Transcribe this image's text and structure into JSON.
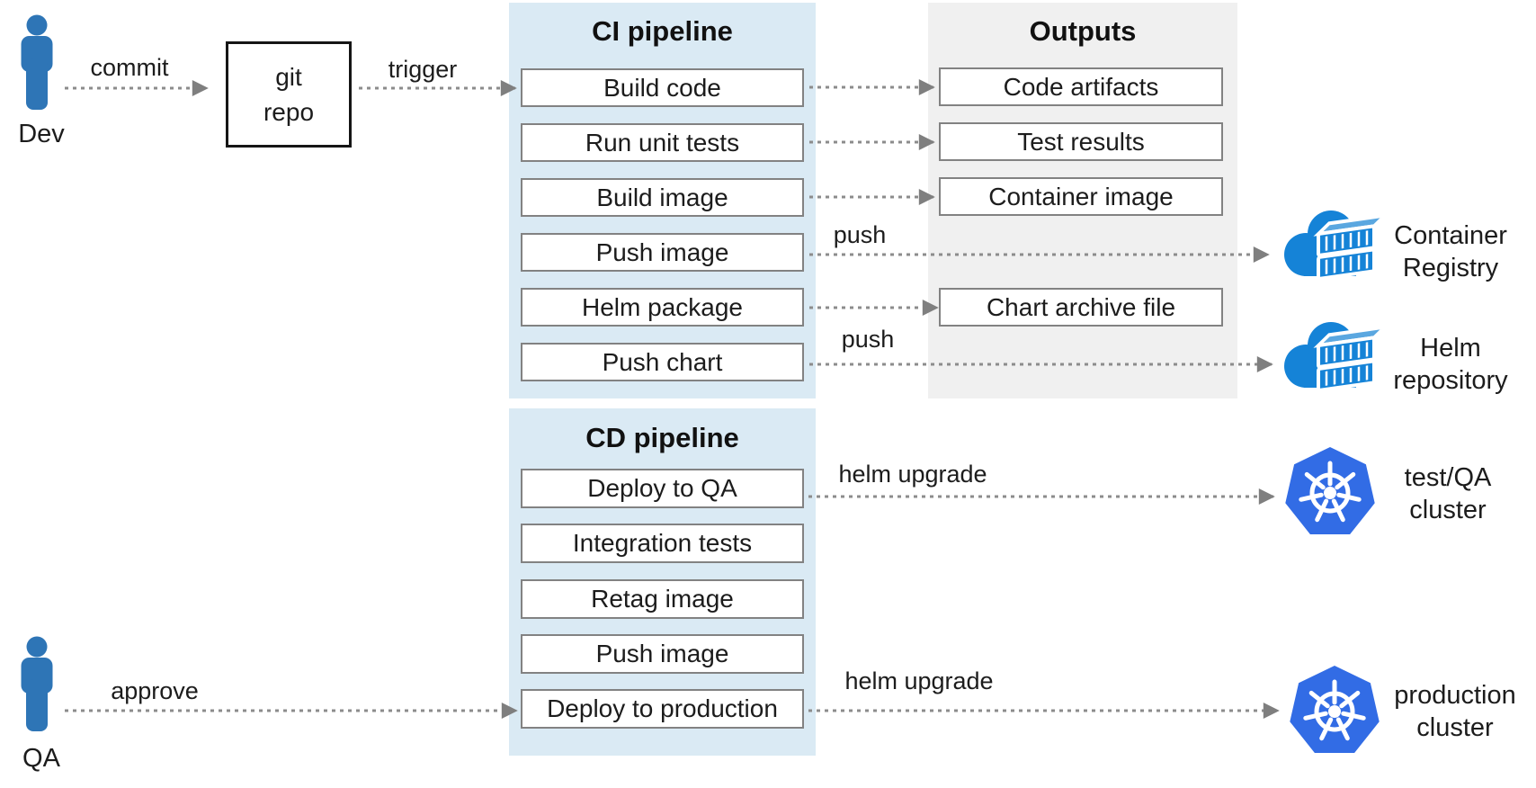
{
  "colors": {
    "panel_blue": "#daeaf4",
    "panel_gray": "#f0f0f0",
    "person_blue": "#2e75b6",
    "registry_blue": "#1583d7",
    "kubernetes_blue": "#326ce5",
    "arrow_gray": "#8c8c8c",
    "box_border_gray": "#828282",
    "text_dark": "#1c1c1c"
  },
  "dev": {
    "name": "Dev",
    "action": "commit"
  },
  "qa": {
    "name": "QA",
    "action": "approve"
  },
  "git_repo": {
    "line1": "git",
    "line2": "repo"
  },
  "trigger_label": "trigger",
  "ci_pipeline": {
    "title": "CI pipeline",
    "steps": [
      "Build code",
      "Run unit tests",
      "Build image",
      "Push image",
      "Helm package",
      "Push chart"
    ]
  },
  "outputs": {
    "title": "Outputs",
    "items": [
      "Code artifacts",
      "Test results",
      "Container image",
      "Chart archive file"
    ]
  },
  "cd_pipeline": {
    "title": "CD pipeline",
    "steps": [
      "Deploy to QA",
      "Integration tests",
      "Retag image",
      "Push image",
      "Deploy to production"
    ]
  },
  "arrow_labels": {
    "push_image": "push",
    "push_chart": "push",
    "helm_upgrade_qa": "helm upgrade",
    "helm_upgrade_prod": "helm upgrade"
  },
  "destinations": {
    "container_registry": {
      "line1": "Container",
      "line2": "Registry"
    },
    "helm_repository": {
      "line1": "Helm",
      "line2": "repository"
    },
    "test_qa_cluster": {
      "line1": "test/QA",
      "line2": "cluster"
    },
    "production_cluster": {
      "line1": "production",
      "line2": "cluster"
    }
  }
}
